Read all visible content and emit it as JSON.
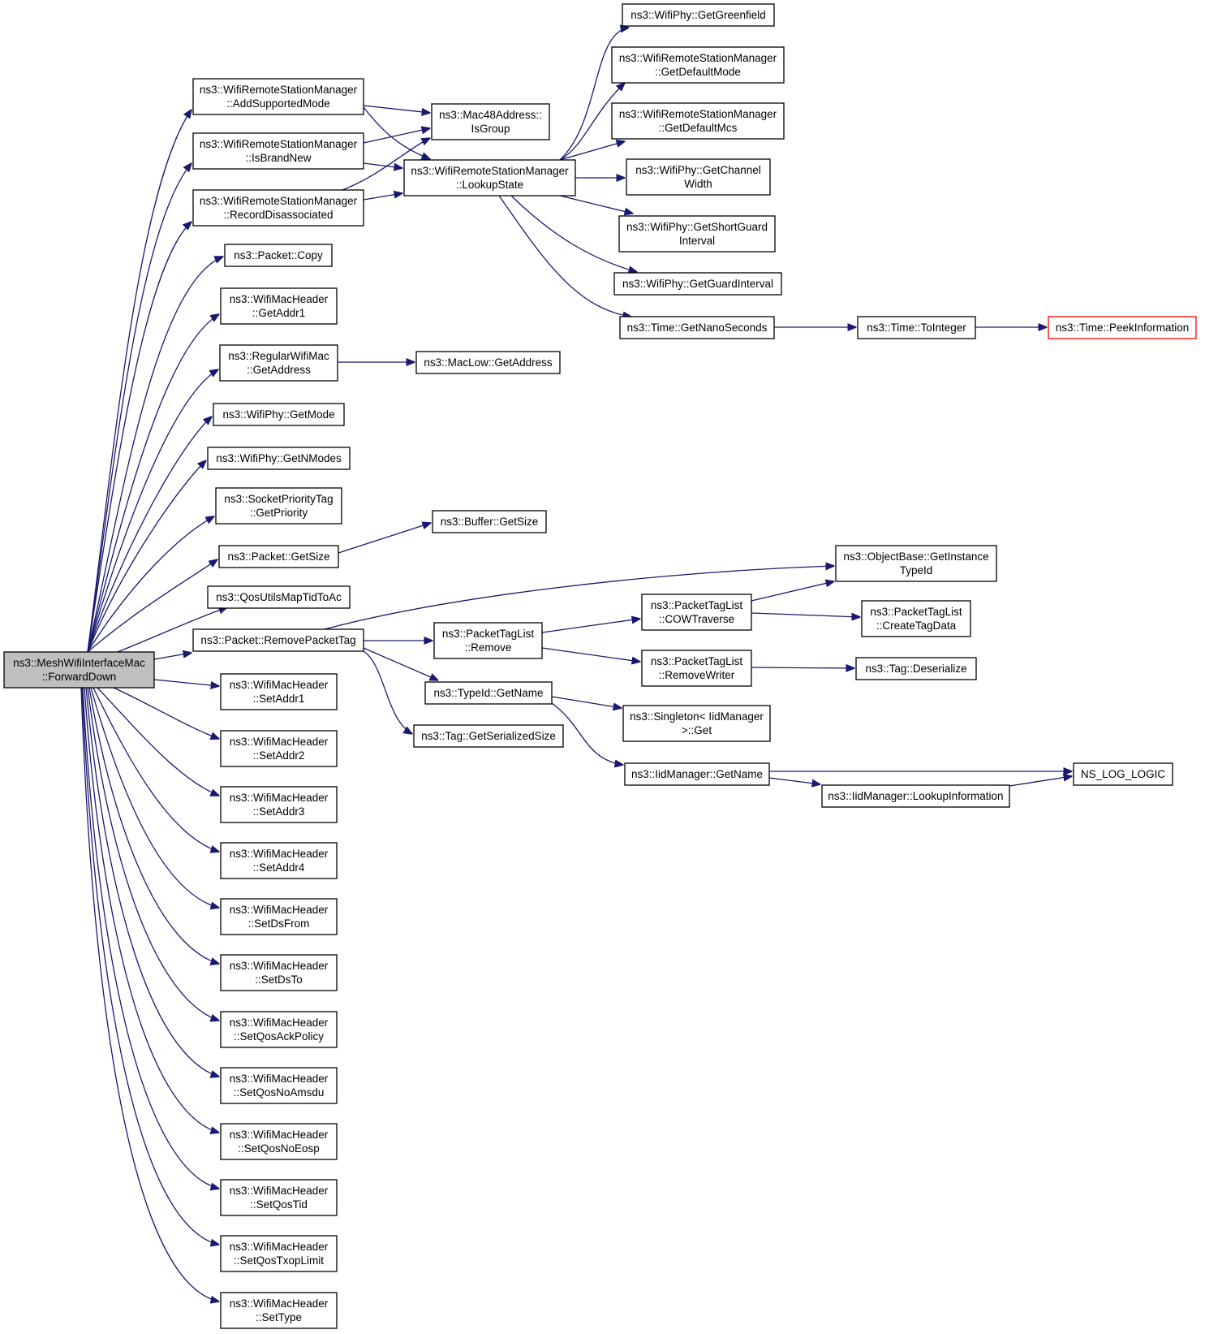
{
  "diagram": {
    "type": "call-graph",
    "colors": {
      "edge": "#191970",
      "root_fill": "#bfbfbf",
      "node_border": "#000000",
      "truncated_border": "#ff0000"
    },
    "nodes": [
      {
        "id": "root",
        "lines": [
          "ns3::MeshWifiInterfaceMac",
          "::ForwardDown"
        ],
        "style": "root"
      },
      {
        "id": "addsupportedmode",
        "lines": [
          "ns3::WifiRemoteStationManager",
          "::AddSupportedMode"
        ]
      },
      {
        "id": "isbrandnew",
        "lines": [
          "ns3::WifiRemoteStationManager",
          "::IsBrandNew"
        ]
      },
      {
        "id": "recorddisassociated",
        "lines": [
          "ns3::WifiRemoteStationManager",
          "::RecordDisassociated"
        ]
      },
      {
        "id": "packetcopy",
        "lines": [
          "ns3::Packet::Copy"
        ]
      },
      {
        "id": "getaddr1",
        "lines": [
          "ns3::WifiMacHeader",
          "::GetAddr1"
        ]
      },
      {
        "id": "getaddress",
        "lines": [
          "ns3::RegularWifiMac",
          "::GetAddress"
        ]
      },
      {
        "id": "getmode",
        "lines": [
          "ns3::WifiPhy::GetMode"
        ]
      },
      {
        "id": "getnmodes",
        "lines": [
          "ns3::WifiPhy::GetNModes"
        ]
      },
      {
        "id": "getpriority",
        "lines": [
          "ns3::SocketPriorityTag",
          "::GetPriority"
        ]
      },
      {
        "id": "packetgetsize",
        "lines": [
          "ns3::Packet::GetSize"
        ]
      },
      {
        "id": "qosutils",
        "lines": [
          "ns3::QosUtilsMapTidToAc"
        ]
      },
      {
        "id": "removepackettag",
        "lines": [
          "ns3::Packet::RemovePacketTag"
        ]
      },
      {
        "id": "setaddr1",
        "lines": [
          "ns3::WifiMacHeader",
          "::SetAddr1"
        ]
      },
      {
        "id": "setaddr2",
        "lines": [
          "ns3::WifiMacHeader",
          "::SetAddr2"
        ]
      },
      {
        "id": "setaddr3",
        "lines": [
          "ns3::WifiMacHeader",
          "::SetAddr3"
        ]
      },
      {
        "id": "setaddr4",
        "lines": [
          "ns3::WifiMacHeader",
          "::SetAddr4"
        ]
      },
      {
        "id": "setdsfrom",
        "lines": [
          "ns3::WifiMacHeader",
          "::SetDsFrom"
        ]
      },
      {
        "id": "setdsto",
        "lines": [
          "ns3::WifiMacHeader",
          "::SetDsTo"
        ]
      },
      {
        "id": "setqosackpolicy",
        "lines": [
          "ns3::WifiMacHeader",
          "::SetQosAckPolicy"
        ]
      },
      {
        "id": "setqosnoamsdu",
        "lines": [
          "ns3::WifiMacHeader",
          "::SetQosNoAmsdu"
        ]
      },
      {
        "id": "setqosnoeosp",
        "lines": [
          "ns3::WifiMacHeader",
          "::SetQosNoEosp"
        ]
      },
      {
        "id": "setqostid",
        "lines": [
          "ns3::WifiMacHeader",
          "::SetQosTid"
        ]
      },
      {
        "id": "setqostxoplimit",
        "lines": [
          "ns3::WifiMacHeader",
          "::SetQosTxopLimit"
        ]
      },
      {
        "id": "settype",
        "lines": [
          "ns3::WifiMacHeader",
          "::SetType"
        ]
      },
      {
        "id": "isgroup",
        "lines": [
          "ns3::Mac48Address::",
          "IsGroup"
        ]
      },
      {
        "id": "lookupstate",
        "lines": [
          "ns3::WifiRemoteStationManager",
          "::LookupState"
        ]
      },
      {
        "id": "maclowgetaddress",
        "lines": [
          "ns3::MacLow::GetAddress"
        ]
      },
      {
        "id": "buffergetsize",
        "lines": [
          "ns3::Buffer::GetSize"
        ]
      },
      {
        "id": "tagremove",
        "lines": [
          "ns3::PacketTagList",
          "::Remove"
        ]
      },
      {
        "id": "typeidgetname",
        "lines": [
          "ns3::TypeId::GetName"
        ]
      },
      {
        "id": "getserializedsize",
        "lines": [
          "ns3::Tag::GetSerializedSize"
        ]
      },
      {
        "id": "getgreenfield",
        "lines": [
          "ns3::WifiPhy::GetGreenfield"
        ]
      },
      {
        "id": "getdefaultmode",
        "lines": [
          "ns3::WifiRemoteStationManager",
          "::GetDefaultMode"
        ]
      },
      {
        "id": "getdefaultmcs",
        "lines": [
          "ns3::WifiRemoteStationManager",
          "::GetDefaultMcs"
        ]
      },
      {
        "id": "getchannelwidth",
        "lines": [
          "ns3::WifiPhy::GetChannel",
          "Width"
        ]
      },
      {
        "id": "getshortguard",
        "lines": [
          "ns3::WifiPhy::GetShortGuard",
          "Interval"
        ]
      },
      {
        "id": "getguardinterval",
        "lines": [
          "ns3::WifiPhy::GetGuardInterval"
        ]
      },
      {
        "id": "getnanoseconds",
        "lines": [
          "ns3::Time::GetNanoSeconds"
        ]
      },
      {
        "id": "cowtraverse",
        "lines": [
          "ns3::PacketTagList",
          "::COWTraverse"
        ]
      },
      {
        "id": "removewriter",
        "lines": [
          "ns3::PacketTagList",
          "::RemoveWriter"
        ]
      },
      {
        "id": "singletonget",
        "lines": [
          "ns3::Singleton< IidManager",
          ">::Get"
        ]
      },
      {
        "id": "iidgetname",
        "lines": [
          "ns3::IidManager::GetName"
        ]
      },
      {
        "id": "tointeger",
        "lines": [
          "ns3::Time::ToInteger"
        ]
      },
      {
        "id": "peekinformation",
        "lines": [
          "ns3::Time::PeekInformation"
        ],
        "style": "truncated"
      },
      {
        "id": "getinstancetypeid",
        "lines": [
          "ns3::ObjectBase::GetInstance",
          "TypeId"
        ]
      },
      {
        "id": "createtagdata",
        "lines": [
          "ns3::PacketTagList",
          "::CreateTagData"
        ]
      },
      {
        "id": "tagdeserialize",
        "lines": [
          "ns3::Tag::Deserialize"
        ]
      },
      {
        "id": "lookupinformation",
        "lines": [
          "ns3::IidManager::LookupInformation"
        ]
      },
      {
        "id": "nsloglogic",
        "lines": [
          "NS_LOG_LOGIC"
        ]
      }
    ]
  }
}
